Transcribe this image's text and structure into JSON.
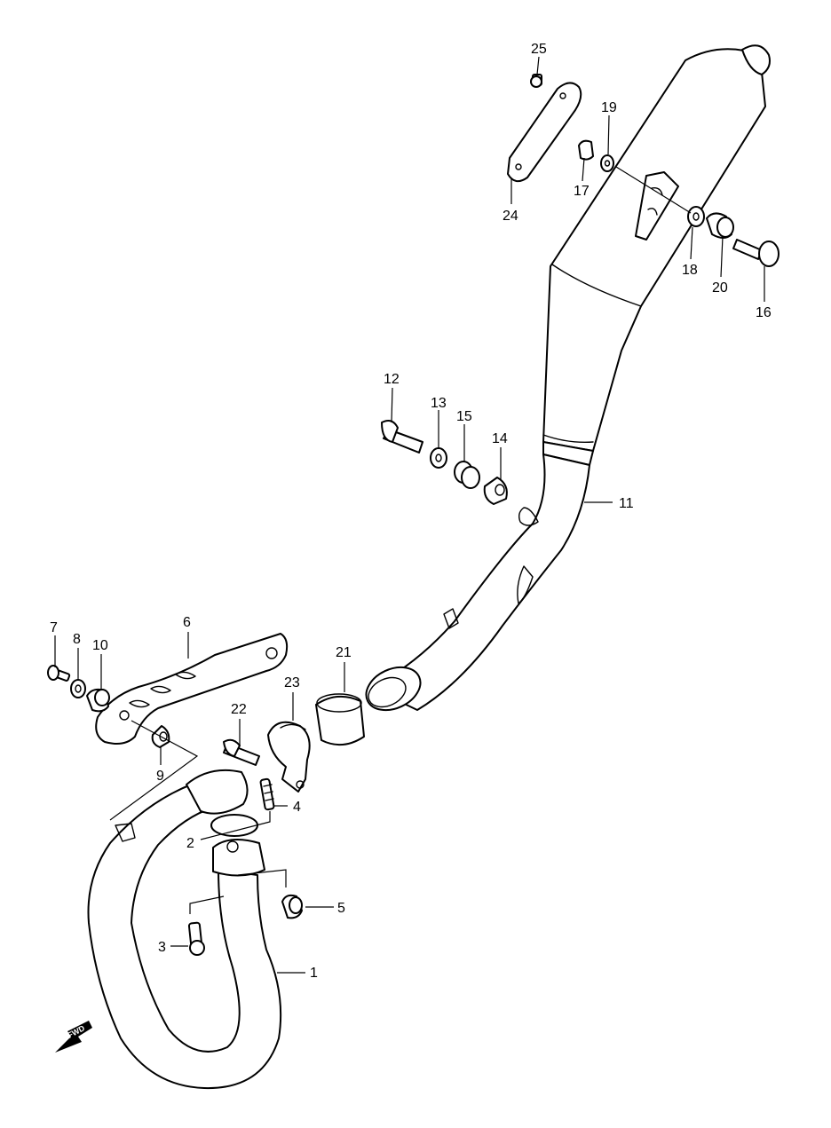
{
  "diagram": {
    "labels": {
      "p1": "1",
      "p2": "2",
      "p3": "3",
      "p4": "4",
      "p5": "5",
      "p6": "6",
      "p7": "7",
      "p8": "8",
      "p9": "9",
      "p10": "10",
      "p11": "11",
      "p12": "12",
      "p13": "13",
      "p14": "14",
      "p15": "15",
      "p16": "16",
      "p17": "17",
      "p18": "18",
      "p19": "19",
      "p20": "20",
      "p21": "21",
      "p22": "22",
      "p23": "23",
      "p24": "24",
      "p25": "25"
    },
    "fwd_label": "FWD",
    "colors": {
      "line": "#000000",
      "background": "#ffffff"
    }
  }
}
